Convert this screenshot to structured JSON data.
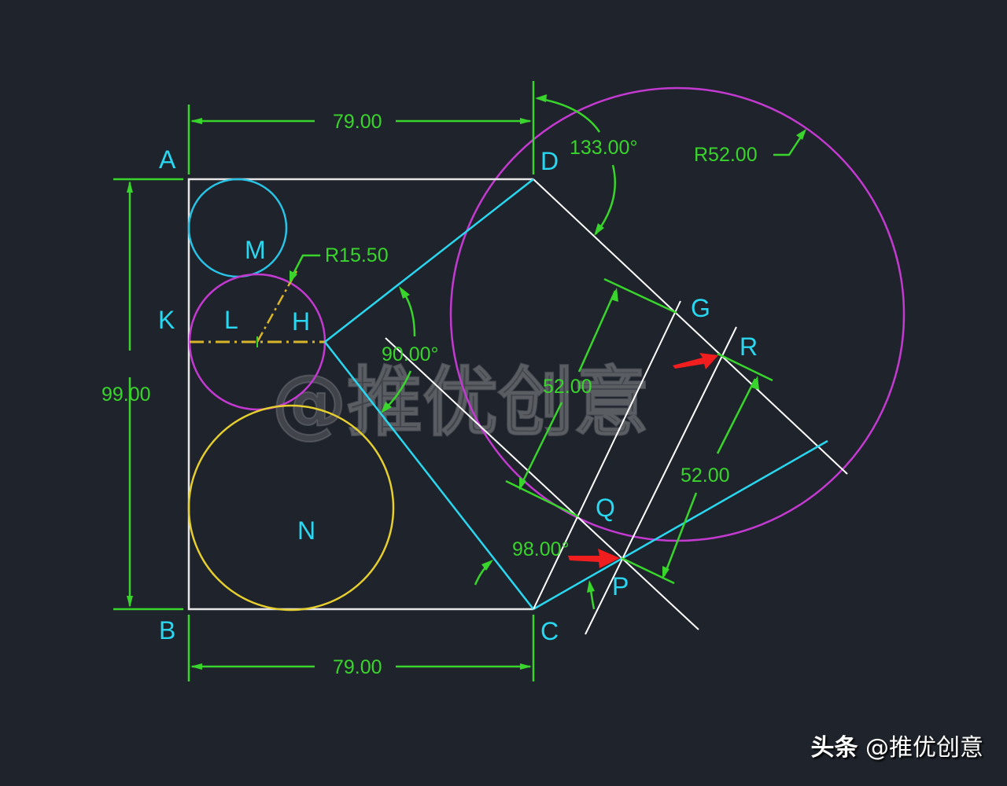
{
  "colors": {
    "background": "#1f232b",
    "outline": "#e6e6e6",
    "dimension": "#39d52c",
    "label": "#29d8f0",
    "circle_M": "#29c3e6",
    "circle_L": "#c33ad1",
    "circle_N": "#e6cf2e",
    "circle_big": "#c33ad1",
    "construction": "#ffffff",
    "cyan_lines": "#29d8f0",
    "centerline": "#d9b52a",
    "arrow": "#f01e1e"
  },
  "points": {
    "A": "A",
    "B": "B",
    "C": "C",
    "D": "D",
    "K": "K",
    "L": "L",
    "H": "H",
    "M": "M",
    "N": "N",
    "G": "G",
    "R": "R",
    "Q": "Q",
    "P": "P"
  },
  "dimensions": {
    "top_width": "79.00",
    "bottom_width": "79.00",
    "left_height": "99.00",
    "angle_D": "133.00°",
    "radius_big": "R52.00",
    "radius_L": "R15.50",
    "angle_H": "90.00°",
    "angle_C": "98.00°",
    "offset_1": "52.00",
    "offset_2": "52.00"
  },
  "watermark": "@推优创意",
  "footer": {
    "brand": "头条",
    "handle": "@推优创意"
  }
}
